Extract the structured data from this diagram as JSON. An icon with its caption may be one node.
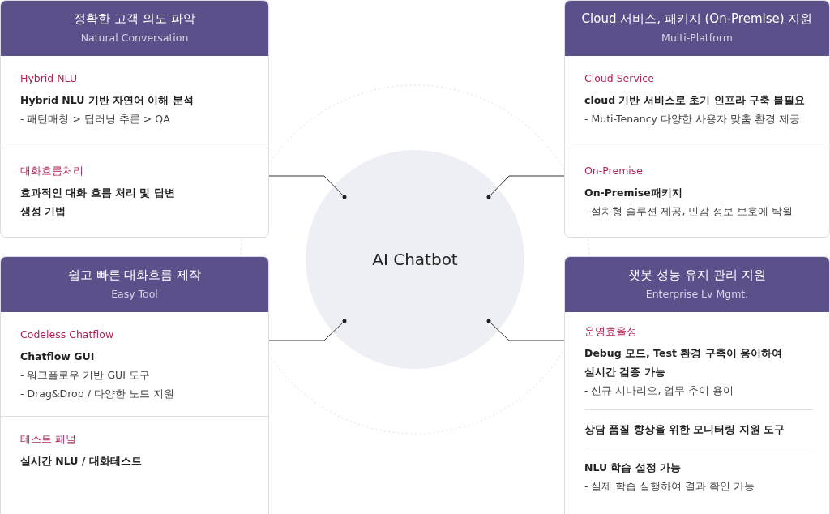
{
  "diagram": {
    "nodes": [
      {
        "text": [
          "정확한 고객 의도 파악",
          "Natural Conversation"
        ]
      },
      {
        "text": [
          "Hybrid NLU",
          "Hybrid NLU 기반 자연어 이해 분석",
          "- 패턴매칭 > 딥러닝 추론 > QA"
        ],
        "in": 0
      },
      {
        "text": [
          "대화흐름처리",
          "효과적인 대화 흐름 처리 및 답변 생성 기법"
        ],
        "in": 0
      },
      {
        "text": [
          "Cloud 서비스, 패키지 (On-Premise) 지원",
          "Multi-Platform"
        ]
      },
      {
        "text": [
          "Cloud Service",
          "cloud 기반 서비스로 초기 인프라 구축 불필요",
          "- Muti-Tenancy 다양한 사용자 맞춤 환경 제공"
        ],
        "in": 3
      },
      {
        "text": [
          "On-Premise",
          "On-Premise패키지",
          "- 설치형 솔루션 제공, 민감 정보 보호에 탁월"
        ],
        "in": 3
      },
      {
        "text": [
          "AI Chatbot"
        ]
      },
      {
        "text": [
          "쉽고 빠른 대화흐름 제작",
          "Easy Tool"
        ]
      },
      {
        "text": [
          "Codeless Chatflow",
          "Chatflow GUI",
          "- 워크플로우 기반 GUI 도구",
          "- Drag&Drop / 다양한 노드 지원"
        ],
        "in": 7
      },
      {
        "text": [
          "테스트 패널",
          "실시간 NLU / 대화테스트"
        ],
        "in": 7
      },
      {
        "text": [
          "챗봇 성능 유지 관리 지원",
          "Enterprise Lv Mgmt."
        ]
      },
      {
        "text": [
          "운영효율성",
          "Debug 모드, Test 환경 구축이 용이하여 실시간 검증 가능",
          "- 신규 시나리오, 업무 추이 용이"
        ],
        "in": 10
      },
      {
        "text": [
          "상담 품질 향상을 위한 모니터링 지원 도구"
        ],
        "in": 10
      },
      {
        "text": [
          "NLU 학습 설정 가능",
          "- 실제 학습 실행하여 결과 확인 가능"
        ],
        "in": 10
      }
    ],
    "edges": [
      {
        "from": 0,
        "to": 6,
        "arrow": "other"
      },
      {
        "from": 3,
        "to": 6,
        "arrow": "other"
      },
      {
        "from": 7,
        "to": 6,
        "arrow": "other"
      },
      {
        "from": 10,
        "to": 6,
        "arrow": "other"
      }
    ]
  }
}
